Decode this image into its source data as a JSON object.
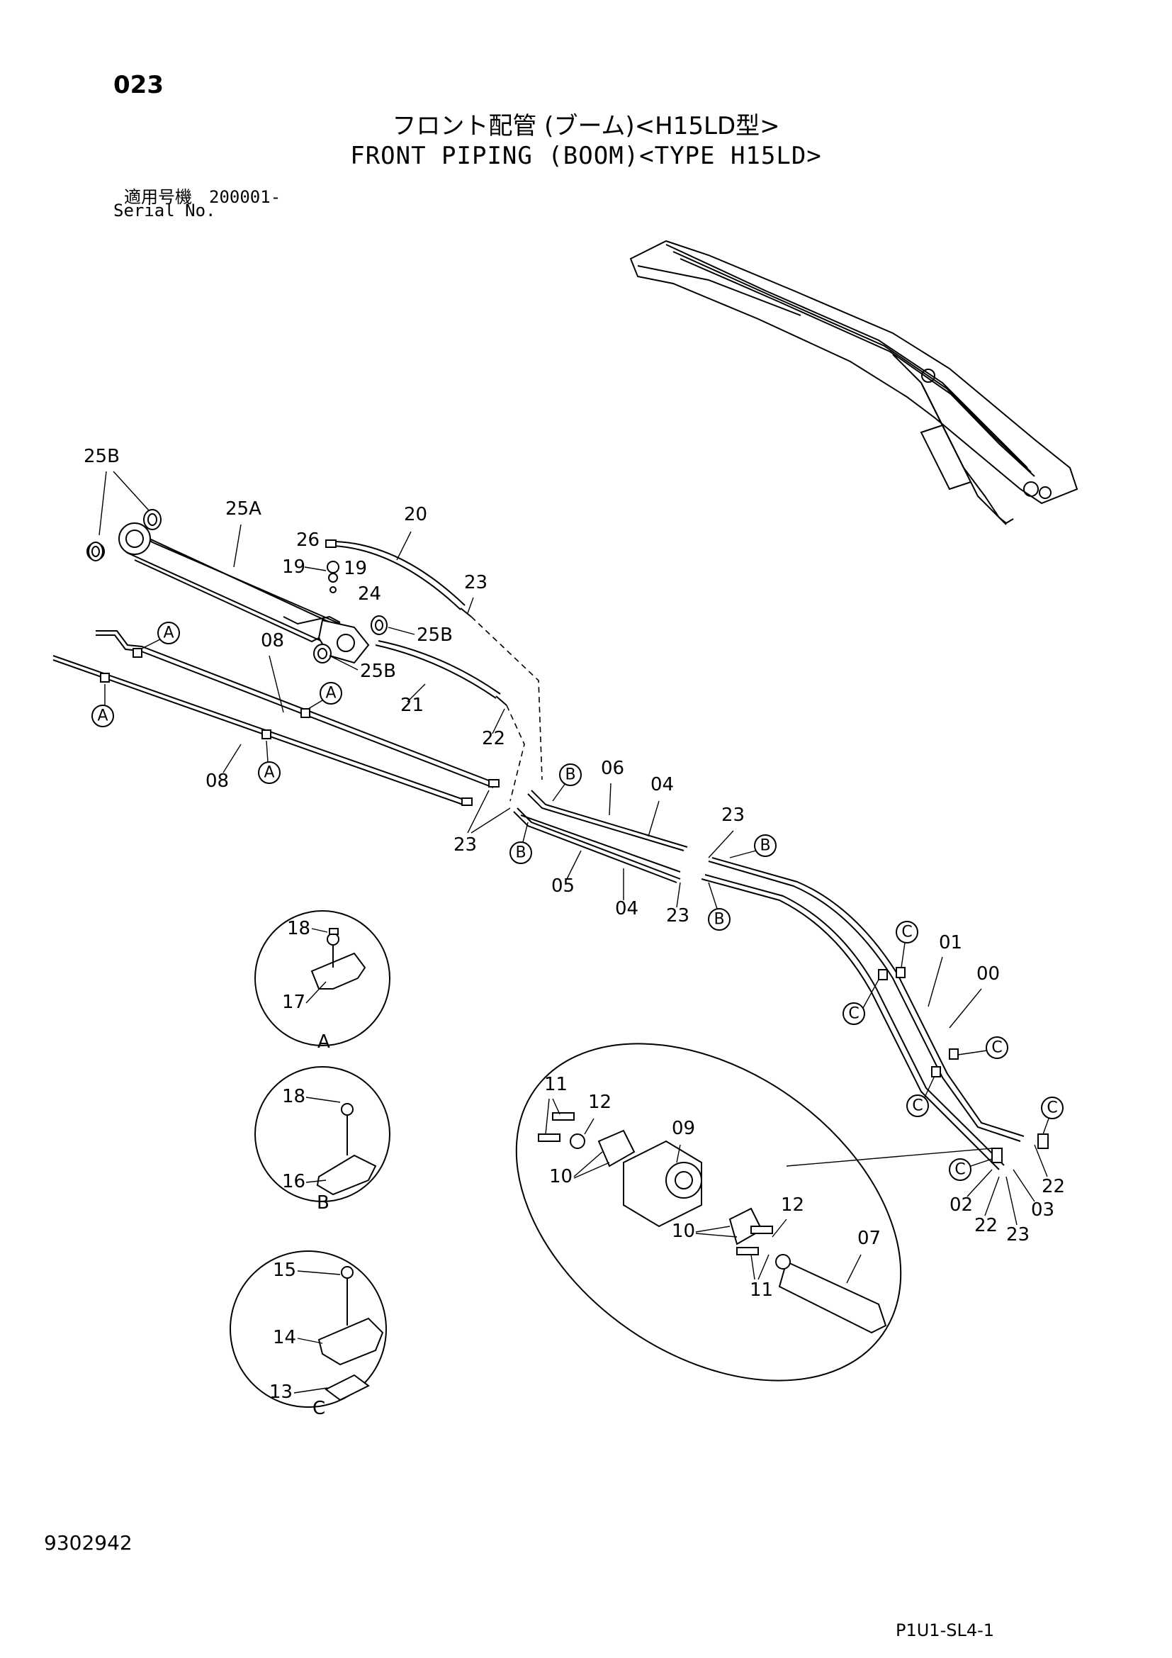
{
  "header": {
    "page_number": "023",
    "title_jp": "フロント配管 (ブーム)<H15LD型>",
    "title_en": "FRONT PIPING (BOOM)<TYPE H15LD>",
    "serial_jp": "適用号機　200001-",
    "serial_en": "Serial No."
  },
  "footer": {
    "document_number": "9302942",
    "sheet_id": "P1U1-SL4-1"
  },
  "part_labels": {
    "p25B_a": "25B",
    "p25A": "25A",
    "p20": "20",
    "p26": "26",
    "p19_a": "19",
    "p19_b": "19",
    "p24": "24",
    "p23_a": "23",
    "p25B_b": "25B",
    "p25B_c": "25B",
    "p08_a": "08",
    "p21": "21",
    "p22_a": "22",
    "p08_b": "08",
    "p23_b": "23",
    "p06": "06",
    "p04_a": "04",
    "p23_c": "23",
    "p05": "05",
    "p04_b": "04",
    "p23_d": "23",
    "p01": "01",
    "p00": "00",
    "p18_a": "18",
    "p17": "17",
    "p18_b": "18",
    "p16": "16",
    "p15": "15",
    "p14": "14",
    "p13": "13",
    "p11_a": "11",
    "p12_a": "12",
    "p09": "09",
    "p10_a": "10",
    "p12_b": "12",
    "p10_b": "10",
    "p07": "07",
    "p11_b": "11",
    "p22_b": "22",
    "p02": "02",
    "p22_c": "22",
    "p23_e": "23",
    "p03": "03"
  },
  "detail_views": {
    "a": "A",
    "b": "B",
    "c": "C"
  },
  "callouts": {
    "A": "A",
    "B": "B",
    "C": "C"
  }
}
